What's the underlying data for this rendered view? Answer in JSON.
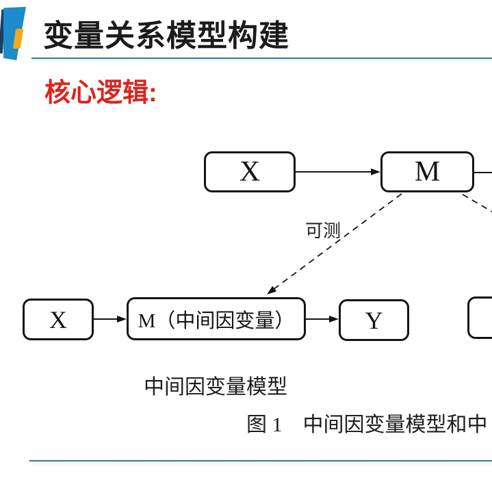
{
  "header": {
    "title": "变量关系模型构建",
    "rule_color": "#38748f",
    "logo_colors": {
      "navy": "#1d3f66",
      "blue": "#1e8bca",
      "yellow": "#f3a81d"
    }
  },
  "section": {
    "heading": "核心逻辑:",
    "heading_color": "#dc241c"
  },
  "diagram": {
    "stroke_color": "#141414",
    "top_row": {
      "x_label": "X",
      "m_label": "M"
    },
    "bottom_row": {
      "x_label": "X",
      "m_label": "M（中间因变量）",
      "y_label": "Y"
    },
    "dashed_label": "可测",
    "model_label": "中间因变量模型",
    "caption": "图 1　中间因变量模型和中"
  },
  "footer": {
    "rule_color": "#3d7b90"
  }
}
